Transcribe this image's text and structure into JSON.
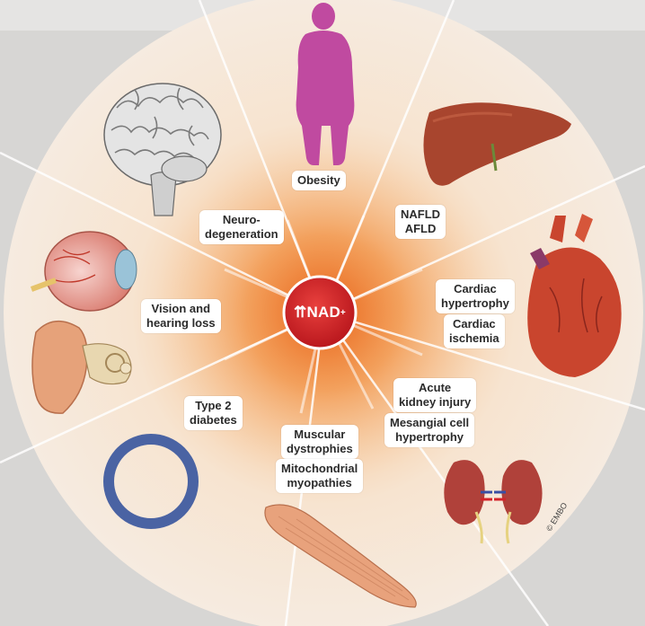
{
  "center": {
    "label": "NAD",
    "superscript": "+",
    "arrows": "⇈"
  },
  "labels": {
    "obesity": "Obesity",
    "nafld": "NAFLD",
    "afld": "AFLD",
    "neuro_line1": "Neuro-",
    "neuro_line2": "degeneration",
    "vision_line1": "Vision and",
    "vision_line2": "hearing loss",
    "cardiac_hyp_line1": "Cardiac",
    "cardiac_hyp_line2": "hypertrophy",
    "cardiac_isc_line1": "Cardiac",
    "cardiac_isc_line2": "ischemia",
    "aki_line1": "Acute",
    "aki_line2": "kidney injury",
    "mesangial_line1": "Mesangial cell",
    "mesangial_line2": "hypertrophy",
    "diabetes_line1": "Type 2",
    "diabetes_line2": "diabetes",
    "muscular_line1": "Muscular",
    "muscular_line2": "dystrophies",
    "mito_line1": "Mitochondrial",
    "mito_line2": "myopathies"
  },
  "credit": "© EMBO",
  "colors": {
    "wheel": "#f6e7d8",
    "glow": "#f07a1e",
    "center": "#d3232a",
    "body": "#c04aa0",
    "liver": "#a8452e",
    "heart": "#c9452e",
    "kidney": "#b0413a",
    "muscle": "#e8a27c",
    "ring": "#4a63a3",
    "brain": "#d9d9d9"
  }
}
